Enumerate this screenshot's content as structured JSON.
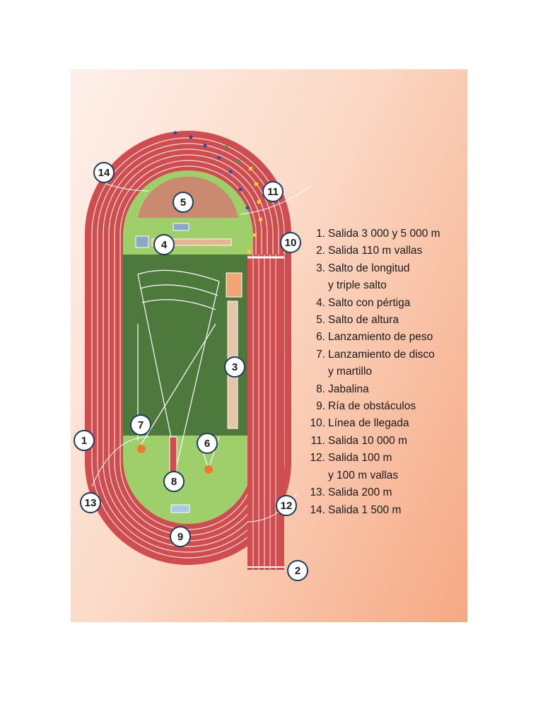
{
  "colors": {
    "track": "#cf4d4f",
    "lane_line": "#ffffff",
    "infield_border": "#9fcf6a",
    "field": "#4d7a3c",
    "high_jump_area": "#c98a6f",
    "sand_pit": "#f2a673",
    "marker_border": "#1f3d5c",
    "throw_circle": "#f07a2a"
  },
  "markers": [
    {
      "id": "m1",
      "label": "1",
      "name": "marker-1"
    },
    {
      "id": "m2",
      "label": "2",
      "name": "marker-2"
    },
    {
      "id": "m3",
      "label": "3",
      "name": "marker-3"
    },
    {
      "id": "m4",
      "label": "4",
      "name": "marker-4"
    },
    {
      "id": "m5",
      "label": "5",
      "name": "marker-5"
    },
    {
      "id": "m6",
      "label": "6",
      "name": "marker-6"
    },
    {
      "id": "m7",
      "label": "7",
      "name": "marker-7"
    },
    {
      "id": "m8",
      "label": "8",
      "name": "marker-8"
    },
    {
      "id": "m9",
      "label": "9",
      "name": "marker-9"
    },
    {
      "id": "m10",
      "label": "10",
      "name": "marker-10"
    },
    {
      "id": "m11",
      "label": "11",
      "name": "marker-11"
    },
    {
      "id": "m12",
      "label": "12",
      "name": "marker-12"
    },
    {
      "id": "m13",
      "label": "13",
      "name": "marker-13"
    },
    {
      "id": "m14",
      "label": "14",
      "name": "marker-14"
    }
  ],
  "legend": [
    {
      "num": "1.",
      "text": "Salida 3 000 y 5 000 m"
    },
    {
      "num": "2.",
      "text": "Salida 110 m vallas"
    },
    {
      "num": "3.",
      "text": "Salto de longitud",
      "cont": "y triple salto"
    },
    {
      "num": "4.",
      "text": "Salto con pértiga"
    },
    {
      "num": "5.",
      "text": "Salto de altura"
    },
    {
      "num": "6.",
      "text": "Lanzamiento de peso"
    },
    {
      "num": "7.",
      "text": "Lanzamiento de disco",
      "cont": "y martillo"
    },
    {
      "num": "8.",
      "text": "Jabalina"
    },
    {
      "num": "9.",
      "text": "Ría de obstáculos"
    },
    {
      "num": "10.",
      "text": "Línea de llegada"
    },
    {
      "num": "11.",
      "text": "Salida 10 000 m"
    },
    {
      "num": "12.",
      "text": "Salida 100 m",
      "cont": "y 100 m vallas"
    },
    {
      "num": "13.",
      "text": "Salida 200 m"
    },
    {
      "num": "14.",
      "text": "Salida 1 500 m"
    }
  ]
}
